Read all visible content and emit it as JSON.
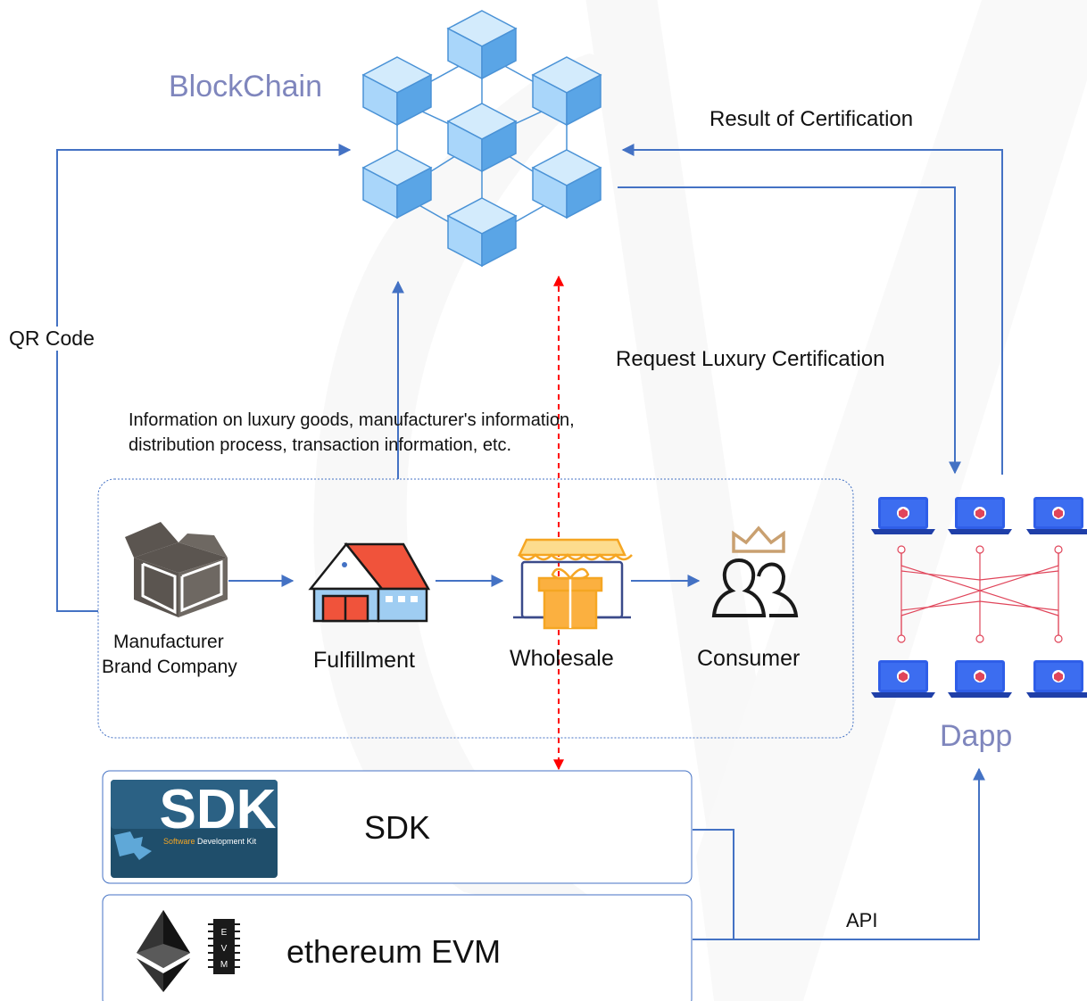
{
  "title": "BlockChain",
  "dapp_label": "Dapp",
  "arrows": {
    "qr_code": "QR Code",
    "result": "Result of Certification",
    "request": "Request Luxury Certification",
    "api": "API"
  },
  "info_text": {
    "line1": "Information on luxury goods, manufacturer's information,",
    "line2": "distribution process, transaction information, etc."
  },
  "flow": {
    "manufacturer_line1": "Manufacturer",
    "manufacturer_line2": "Brand Company",
    "fulfillment": "Fulfillment",
    "wholesale": "Wholesale",
    "consumer": "Consumer"
  },
  "sdk": {
    "logo_big": "SDK",
    "logo_word1": "Software",
    "logo_word2": " Development Kit",
    "label": "SDK"
  },
  "evm": {
    "chip_letters": [
      "E",
      "V",
      "M"
    ],
    "label": "ethereum EVM"
  },
  "colors": {
    "arrow_blue": "#4472c4",
    "red_dashed": "#ff0000",
    "title_purple": "#7f86bd",
    "cube_light": "#a9d6fa",
    "cube_dark": "#5aa5e6",
    "laptop_blue": "#2f5ee8",
    "network_red": "#e0455a",
    "roof_red": "#f0533b",
    "gift_orange": "#f5a623"
  }
}
